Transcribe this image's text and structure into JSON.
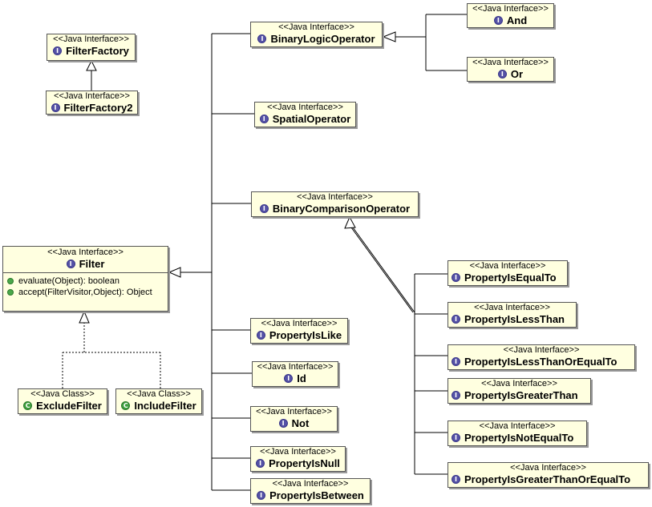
{
  "colors": {
    "box_fill": "#ffffe0",
    "border": "#555555",
    "interface_icon": "#5552a6",
    "class_icon": "#3f9f3f"
  },
  "icons": {
    "interface": "I",
    "class": "C"
  },
  "nodes": {
    "filter_factory": {
      "stereotype": "<<Java Interface>>",
      "name": "FilterFactory"
    },
    "filter_factory2": {
      "stereotype": "<<Java Interface>>",
      "name": "FilterFactory2"
    },
    "filter": {
      "stereotype": "<<Java Interface>>",
      "name": "Filter",
      "methods": [
        "evaluate(Object): boolean",
        "accept(FilterVisitor,Object): Object"
      ]
    },
    "exclude_filter": {
      "stereotype": "<<Java Class>>",
      "name": "ExcludeFilter"
    },
    "include_filter": {
      "stereotype": "<<Java Class>>",
      "name": "IncludeFilter"
    },
    "binary_logic_operator": {
      "stereotype": "<<Java Interface>>",
      "name": "BinaryLogicOperator"
    },
    "and": {
      "stereotype": "<<Java Interface>>",
      "name": "And"
    },
    "or": {
      "stereotype": "<<Java Interface>>",
      "name": "Or"
    },
    "spatial_operator": {
      "stereotype": "<<Java Interface>>",
      "name": "SpatialOperator"
    },
    "binary_comparison_operator": {
      "stereotype": "<<Java Interface>>",
      "name": "BinaryComparisonOperator"
    },
    "property_is_like": {
      "stereotype": "<<Java Interface>>",
      "name": "PropertyIsLike"
    },
    "id": {
      "stereotype": "<<Java Interface>>",
      "name": "Id"
    },
    "not": {
      "stereotype": "<<Java Interface>>",
      "name": "Not"
    },
    "property_is_null": {
      "stereotype": "<<Java Interface>>",
      "name": "PropertyIsNull"
    },
    "property_is_between": {
      "stereotype": "<<Java Interface>>",
      "name": "PropertyIsBetween"
    },
    "property_is_equal_to": {
      "stereotype": "<<Java Interface>>",
      "name": "PropertyIsEqualTo"
    },
    "property_is_less_than": {
      "stereotype": "<<Java Interface>>",
      "name": "PropertyIsLessThan"
    },
    "property_is_less_than_or_equal_to": {
      "stereotype": "<<Java Interface>>",
      "name": "PropertyIsLessThanOrEqualTo"
    },
    "property_is_greater_than": {
      "stereotype": "<<Java Interface>>",
      "name": "PropertyIsGreaterThan"
    },
    "property_is_not_equal_to": {
      "stereotype": "<<Java Interface>>",
      "name": "PropertyIsNotEqualTo"
    },
    "property_is_greater_than_or_equal_to": {
      "stereotype": "<<Java Interface>>",
      "name": "PropertyIsGreaterThanOrEqualTo"
    }
  }
}
